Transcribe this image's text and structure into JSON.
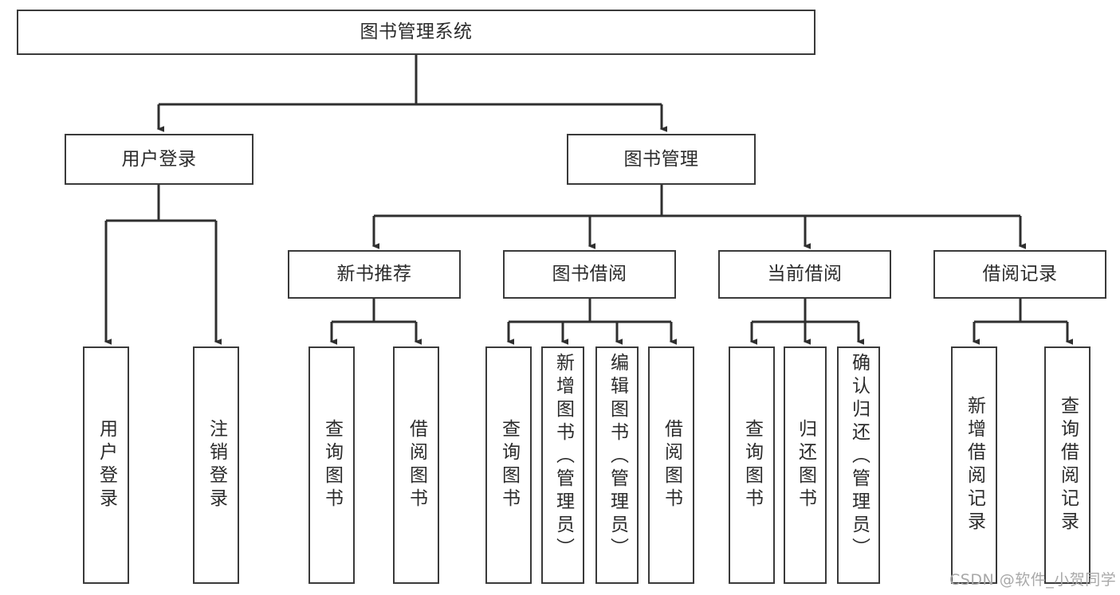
{
  "diagram": {
    "type": "tree-hierarchy",
    "root": {
      "id": "root",
      "label": "图书管理系统"
    },
    "level2": [
      {
        "id": "user-login",
        "label": "用户登录"
      },
      {
        "id": "book-management",
        "label": "图书管理"
      }
    ],
    "level3": [
      {
        "id": "new-book-recommend",
        "label": "新书推荐",
        "parent": "book-management"
      },
      {
        "id": "book-borrow",
        "label": "图书借阅",
        "parent": "book-management"
      },
      {
        "id": "current-borrow",
        "label": "当前借阅",
        "parent": "book-management"
      },
      {
        "id": "borrow-record",
        "label": "借阅记录",
        "parent": "book-management"
      }
    ],
    "leaves": [
      {
        "id": "leaf-user-login",
        "label": "用户登录",
        "parent": "user-login"
      },
      {
        "id": "leaf-logout-login",
        "label": "注销登录",
        "parent": "user-login"
      },
      {
        "id": "leaf-query-book-1",
        "label": "查询图书",
        "parent": "new-book-recommend"
      },
      {
        "id": "leaf-borrow-book-1",
        "label": "借阅图书",
        "parent": "new-book-recommend"
      },
      {
        "id": "leaf-query-book-2",
        "label": "查询图书",
        "parent": "book-borrow"
      },
      {
        "id": "leaf-add-book-admin",
        "label": "新增图书（管理员）",
        "parent": "book-borrow"
      },
      {
        "id": "leaf-edit-book-admin",
        "label": "编辑图书（管理员）",
        "parent": "book-borrow"
      },
      {
        "id": "leaf-borrow-book-2",
        "label": "借阅图书",
        "parent": "book-borrow"
      },
      {
        "id": "leaf-query-book-3",
        "label": "查询图书",
        "parent": "current-borrow"
      },
      {
        "id": "leaf-return-book",
        "label": "归还图书",
        "parent": "current-borrow"
      },
      {
        "id": "leaf-confirm-return-admin",
        "label": "确认归还（管理员）",
        "parent": "current-borrow"
      },
      {
        "id": "leaf-add-borrow-record",
        "label": "新增借阅记录",
        "parent": "borrow-record"
      },
      {
        "id": "leaf-query-borrow-record",
        "label": "查询借阅记录",
        "parent": "borrow-record"
      }
    ]
  },
  "watermark": {
    "text": "CSDN @软件_小贺同学"
  },
  "colors": {
    "box_border": "#3a3a3a",
    "box_fill": "#ffffff",
    "text": "#2b2b2b",
    "connector": "#2f2f2f",
    "watermark": "#a8a8a8",
    "background": "#ffffff"
  }
}
